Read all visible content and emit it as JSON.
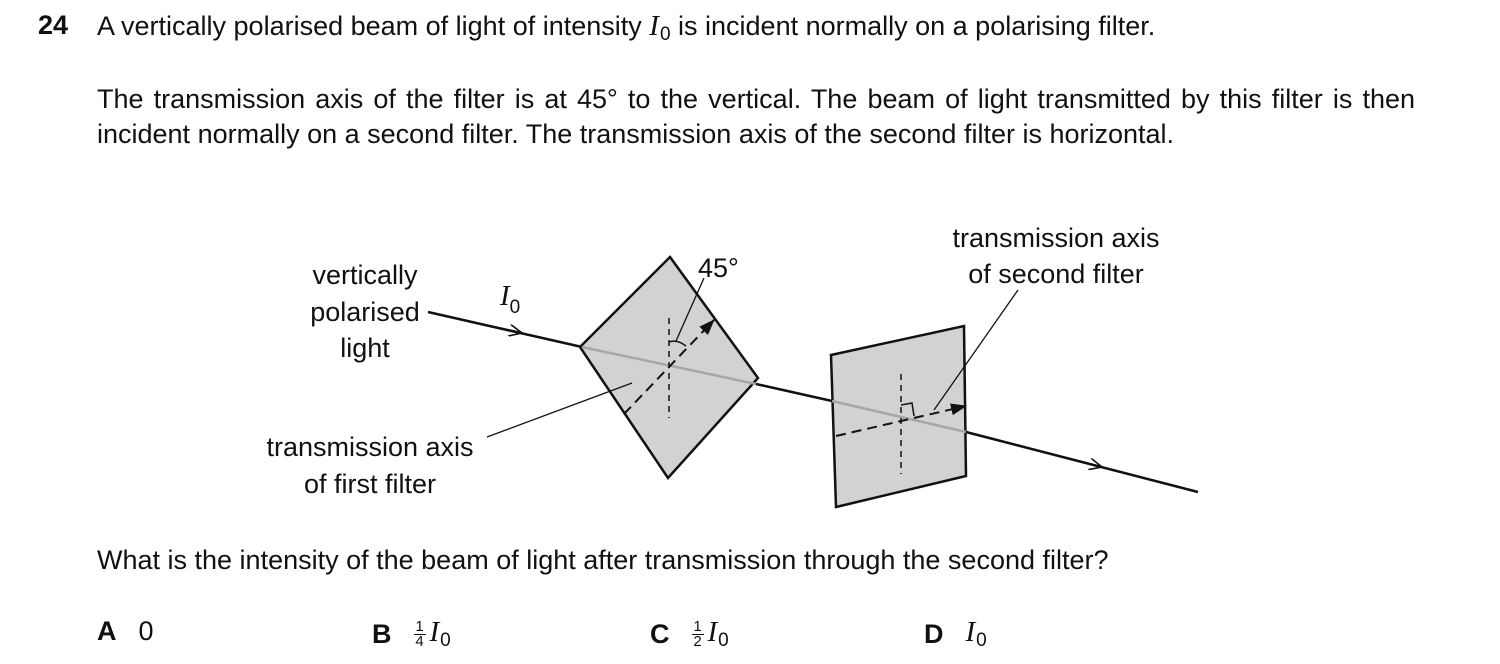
{
  "question": {
    "number": "24",
    "line1_before": "A vertically polarised beam of light of intensity ",
    "line1_after": " is incident normally on a polarising filter.",
    "intensity_symbol": "I",
    "intensity_sub": "0",
    "paragraph": "The transmission axis of the filter is at 45° to the vertical. The beam of light transmitted by this filter is then incident normally on a second filter. The transmission axis of the second filter is horizontal.",
    "prompt": "What is the intensity of the beam of light after transmission through the second filter?"
  },
  "diagram": {
    "label_light_1": "vertically",
    "label_light_2": "polarised",
    "label_light_3": "light",
    "label_first_axis_1": "transmission axis",
    "label_first_axis_2": "of first filter",
    "label_second_axis_1": "transmission axis",
    "label_second_axis_2": "of second filter",
    "angle_label": "45°",
    "beam_symbol": "I",
    "beam_sub": "0"
  },
  "options": [
    {
      "letter": "A",
      "value": "0"
    },
    {
      "letter": "B",
      "num": "1",
      "den": "4",
      "symbol": "I",
      "sub": "0"
    },
    {
      "letter": "C",
      "num": "1",
      "den": "2",
      "symbol": "I",
      "sub": "0"
    },
    {
      "letter": "D",
      "symbol": "I",
      "sub": "0"
    }
  ],
  "colors": {
    "filter_fill": "#d2d2d2",
    "ink": "#111111"
  }
}
